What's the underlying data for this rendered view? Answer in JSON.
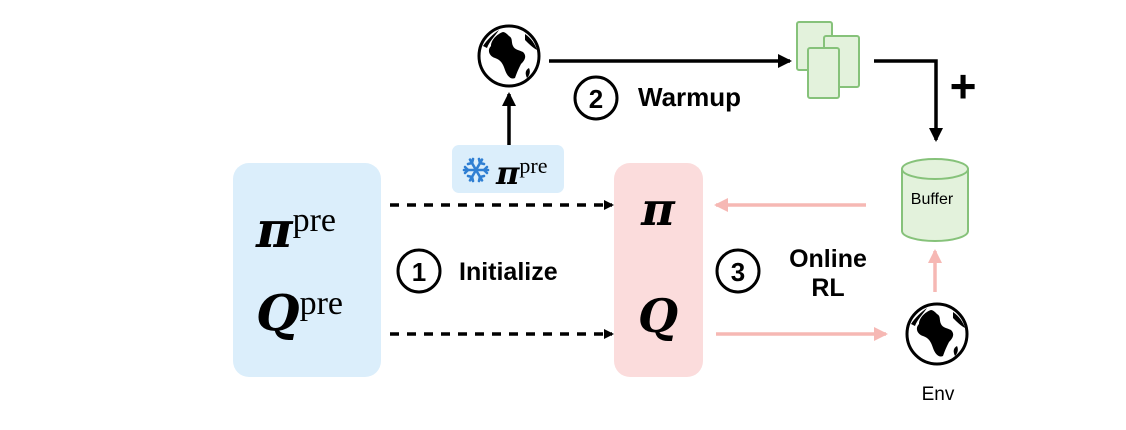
{
  "pretrained_block": {
    "policy_symbol": "π",
    "policy_superscript": "pre",
    "q_symbol": "Q",
    "q_superscript": "pre",
    "fill": "#dbeefb"
  },
  "online_block": {
    "policy_symbol": "π",
    "q_symbol": "Q",
    "fill": "#fbdcdc"
  },
  "frozen_policy": {
    "icon": "snowflake-icon",
    "symbol": "π",
    "superscript": "pre",
    "fill": "#dbeefb"
  },
  "steps": [
    {
      "number": "1",
      "label": "Initialize"
    },
    {
      "number": "2",
      "label": "Warmup"
    },
    {
      "number": "3",
      "label_line1": "Online",
      "label_line2": "RL"
    }
  ],
  "buffer": {
    "label": "Buffer",
    "fill": "#e3f2dc",
    "stroke": "#86c27a"
  },
  "env": {
    "label": "Env",
    "icon": "globe-icon"
  },
  "warmup_data": {
    "icon": "documents-icon",
    "fill": "#e3f2dc",
    "stroke": "#86c27a"
  },
  "plus_sign": "+",
  "colors": {
    "arrow_black": "#000000",
    "arrow_pink": "#f6b8b4",
    "snowflake": "#2f7fd3"
  }
}
